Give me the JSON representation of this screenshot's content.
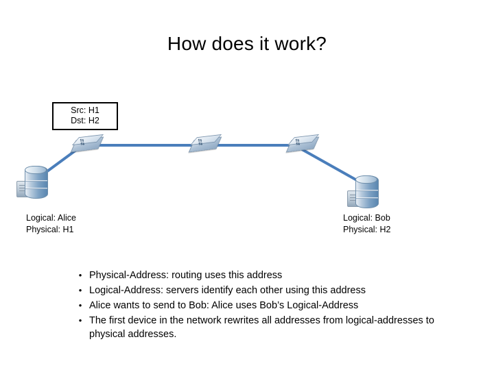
{
  "slide": {
    "title": "How does it work?",
    "packet_label": {
      "line1": "Src: H1",
      "line2": "Dst: H2"
    },
    "hosts": [
      {
        "name": "alice",
        "line1": "Logical: Alice",
        "line2": "Physical: H1"
      },
      {
        "name": "bob",
        "line1": "Logical: Bob",
        "line2": "Physical: H2"
      }
    ],
    "devices": {
      "switch_icon_name": "network-switch-icon",
      "server_icon_name": "server-icon",
      "switch_count": 3,
      "switch_glyph": "⇄"
    },
    "bullets": [
      "Physical-Address: routing uses this address",
      "Logical-Address: servers identify each other using this address",
      "Alice wants to send to Bob: Alice uses Bob’s Logical-Address",
      "The first device in the network rewrites all addresses from logical-addresses to physical addresses."
    ],
    "bullet_marker": "•",
    "colors": {
      "link": "#4a7ebb",
      "text": "#000000",
      "background": "#ffffff"
    }
  }
}
